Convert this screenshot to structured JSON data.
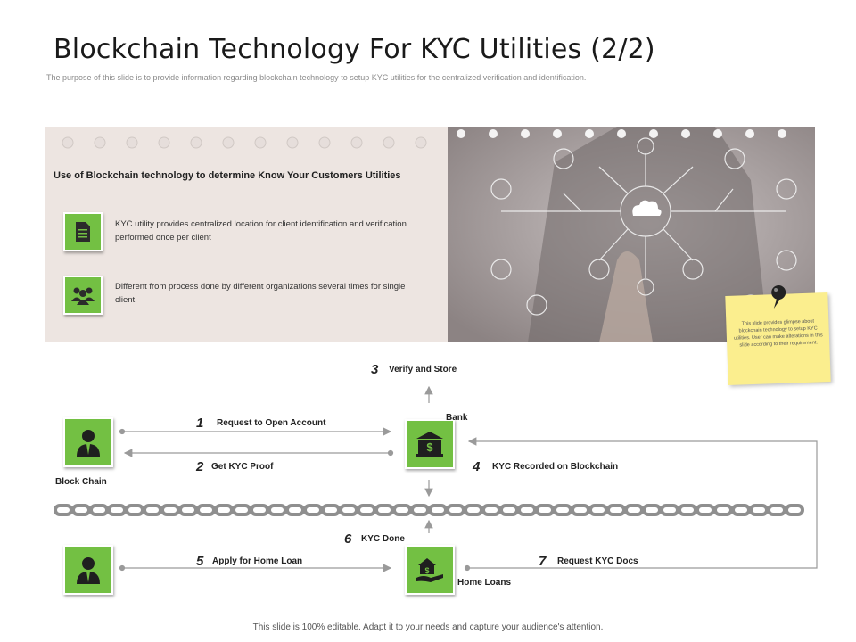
{
  "title": "Blockchain Technology For KYC Utilities (2/2)",
  "subtitle": "The purpose of this slide is to provide information regarding blockchain technology to setup KYC utilities  for the centralized verification and identification.",
  "panel": {
    "heading": "Use of Blockchain technology  to determine Know Your Customers Utilities",
    "bullets": [
      {
        "icon": "document-icon",
        "text": "KYC utility provides centralized location for client identification and verification performed once per client"
      },
      {
        "icon": "group-icon",
        "text": "Different from process done by different organizations  several times for single client"
      }
    ]
  },
  "note": "This slide provides glimpse about blockchain technology to setup KYC utilities. User can make alterations in this slide according to their requirement.",
  "nodes": {
    "block_chain": "Block Chain",
    "bank": "Bank",
    "home_loans": "Home Loans"
  },
  "steps": [
    {
      "num": "1",
      "label": "Request to Open Account"
    },
    {
      "num": "2",
      "label": "Get KYC Proof"
    },
    {
      "num": "3",
      "label": "Verify and Store"
    },
    {
      "num": "4",
      "label": "KYC Recorded on Blockchain"
    },
    {
      "num": "5",
      "label": "Apply for Home Loan"
    },
    {
      "num": "6",
      "label": "KYC Done"
    },
    {
      "num": "7",
      "label": "Request KYC Docs"
    }
  ],
  "footer": "This slide is 100% editable. Adapt it to your needs and capture your audience's attention.",
  "colors": {
    "accent_green": "#73c043",
    "panel_bg": "#ede5e1",
    "note_yellow": "#fbee8e"
  }
}
